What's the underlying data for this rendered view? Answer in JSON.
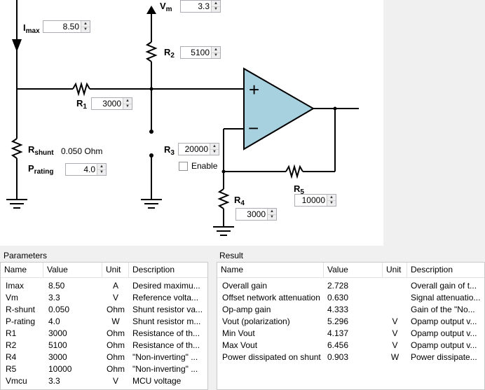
{
  "circuit": {
    "imax": {
      "symbol": "I",
      "sub": "max",
      "value": "8.50"
    },
    "vm": {
      "symbol": "V",
      "sub": "m",
      "value": "3.3"
    },
    "r2": {
      "symbol": "R",
      "sub": "2",
      "value": "5100"
    },
    "r1": {
      "symbol": "R",
      "sub": "1",
      "value": "3000"
    },
    "rshunt": {
      "symbol": "R",
      "sub": "shunt",
      "value_text": "0.050 Ohm"
    },
    "prating": {
      "symbol": "P",
      "sub": "rating",
      "value": "4.0"
    },
    "r3": {
      "symbol": "R",
      "sub": "3",
      "value": "20000",
      "enable_label": "Enable",
      "enabled": false
    },
    "r5": {
      "symbol": "R",
      "sub": "5",
      "value": "10000"
    },
    "r4": {
      "symbol": "R",
      "sub": "4",
      "value": "3000"
    },
    "opamp": {
      "plus": "+",
      "minus": "−",
      "fill": "#a8d1e0"
    }
  },
  "parameters": {
    "title": "Parameters",
    "columns": [
      "Name",
      "Value",
      "Unit",
      "Description"
    ],
    "rows": [
      [
        "Imax",
        "8.50",
        "A",
        "Desired maximu..."
      ],
      [
        "Vm",
        "3.3",
        "V",
        "Reference volta..."
      ],
      [
        "R-shunt",
        "0.050",
        "Ohm",
        "Shunt resistor va..."
      ],
      [
        "P-rating",
        "4.0",
        "W",
        "Shunt resistor m..."
      ],
      [
        "R1",
        "3000",
        "Ohm",
        "Resistance of th..."
      ],
      [
        "R2",
        "5100",
        "Ohm",
        "Resistance of th..."
      ],
      [
        "R4",
        "3000",
        "Ohm",
        "\"Non-inverting\" ..."
      ],
      [
        "R5",
        "10000",
        "Ohm",
        "\"Non-inverting\" ..."
      ],
      [
        "Vmcu",
        "3.3",
        "V",
        "MCU voltage"
      ]
    ]
  },
  "result": {
    "title": "Result",
    "columns": [
      "Name",
      "Value",
      "Unit",
      "Description"
    ],
    "rows": [
      [
        "Overall gain",
        "2.728",
        "",
        "Overall gain of t..."
      ],
      [
        "Offset network attenuation",
        "0.630",
        "",
        "Signal attenuatio..."
      ],
      [
        "Op-amp gain",
        "4.333",
        "",
        "Gain of the \"No..."
      ],
      [
        "Vout (polarization)",
        "5.296",
        "V",
        "Opamp output v..."
      ],
      [
        "Min Vout",
        "4.137",
        "V",
        "Opamp output v..."
      ],
      [
        "Max Vout",
        "6.456",
        "V",
        "Opamp output v..."
      ],
      [
        "Power dissipated on shunt",
        "0.903",
        "W",
        "Power dissipate..."
      ]
    ]
  }
}
